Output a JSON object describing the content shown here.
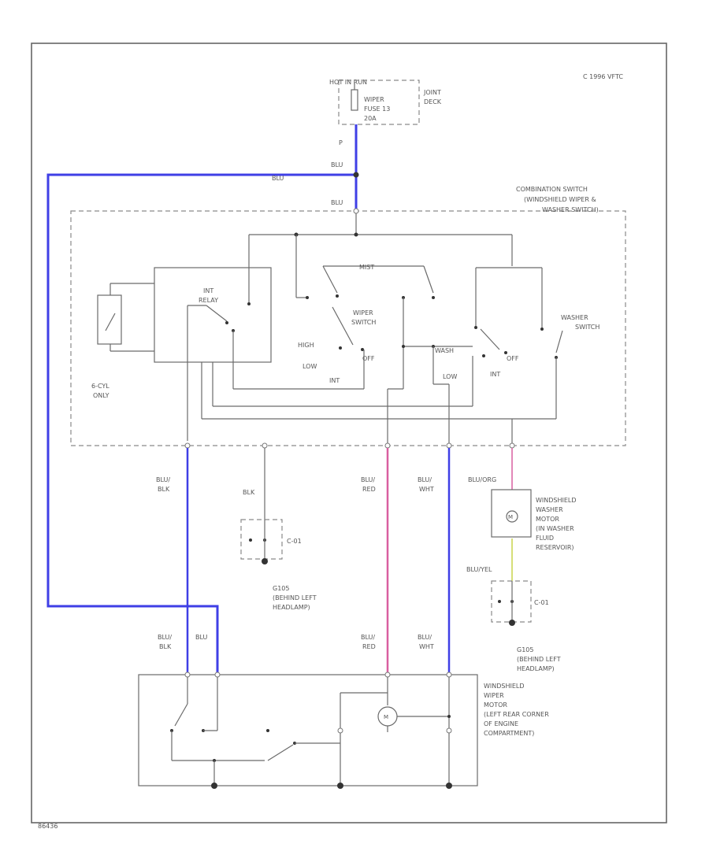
{
  "header": {
    "copyright": "C 1996 VFTC"
  },
  "footer": {
    "code": "86436"
  },
  "colors": {
    "blu_wire": "#3f3fe6",
    "red_wire": "#d95fa0",
    "yel_wire": "#c8d24a",
    "line": "#6a6a6a"
  },
  "fuse": {
    "hot_label": "HOT IN RUN",
    "name": "WIPER FUSE 13 20A",
    "lines": [
      "WIPER",
      "FUSE 13",
      "20A"
    ],
    "panel": [
      "JOINT",
      "DECK"
    ]
  },
  "wires": {
    "p_marker": "P",
    "blu_splice": "BLU",
    "blu_left_run": "BLU",
    "blu_switch_in": "BLU",
    "blu_blk_1": [
      "BLU/",
      "BLK"
    ],
    "blk": "BLK",
    "blu_red_1": [
      "BLU/",
      "RED"
    ],
    "blu_wht_1": [
      "BLU/",
      "WHT"
    ],
    "blu_org": "BLU/ORG",
    "blu_yel": "BLU/YEL",
    "blu_blk_2": [
      "BLU/",
      "BLK"
    ],
    "blu_2": "BLU",
    "blu_red_2": [
      "BLU/",
      "RED"
    ],
    "blu_wht_2": [
      "BLU/",
      "WHT"
    ]
  },
  "combination_switch": {
    "title": [
      "COMBINATION SWITCH",
      "(WINDSHIELD WIPER &",
      "WASHER SWITCH)"
    ],
    "int_relay": [
      "INT",
      "RELAY"
    ],
    "mist": "MIST",
    "wiper_switch": [
      "WIPER",
      "SWITCH"
    ],
    "washer_switch": [
      "WASHER",
      "SWITCH"
    ],
    "hi": "HIGH",
    "low1": "LOW",
    "int1": "INT",
    "off1": "OFF",
    "wash": "WASH",
    "low2": "LOW",
    "int2": "INT",
    "off2": "OFF",
    "cyl_note": [
      "6-CYL",
      "ONLY"
    ]
  },
  "grounds": {
    "g1_connector": "C-01",
    "g1_label": [
      "G105",
      "(BEHIND LEFT",
      "HEADLAMP)"
    ],
    "g2_connector": "C-01",
    "g2_label": [
      "G105",
      "(BEHIND LEFT",
      "HEADLAMP)"
    ]
  },
  "washer_motor": {
    "label": [
      "WINDSHIELD",
      "WASHER",
      "MOTOR",
      "(IN WASHER",
      "FLUID",
      "RESERVOIR)"
    ]
  },
  "wiper_motor": {
    "label": [
      "WINDSHIELD",
      "WIPER",
      "MOTOR",
      "(LEFT REAR CORNER",
      "OF ENGINE",
      "COMPARTMENT)"
    ]
  }
}
